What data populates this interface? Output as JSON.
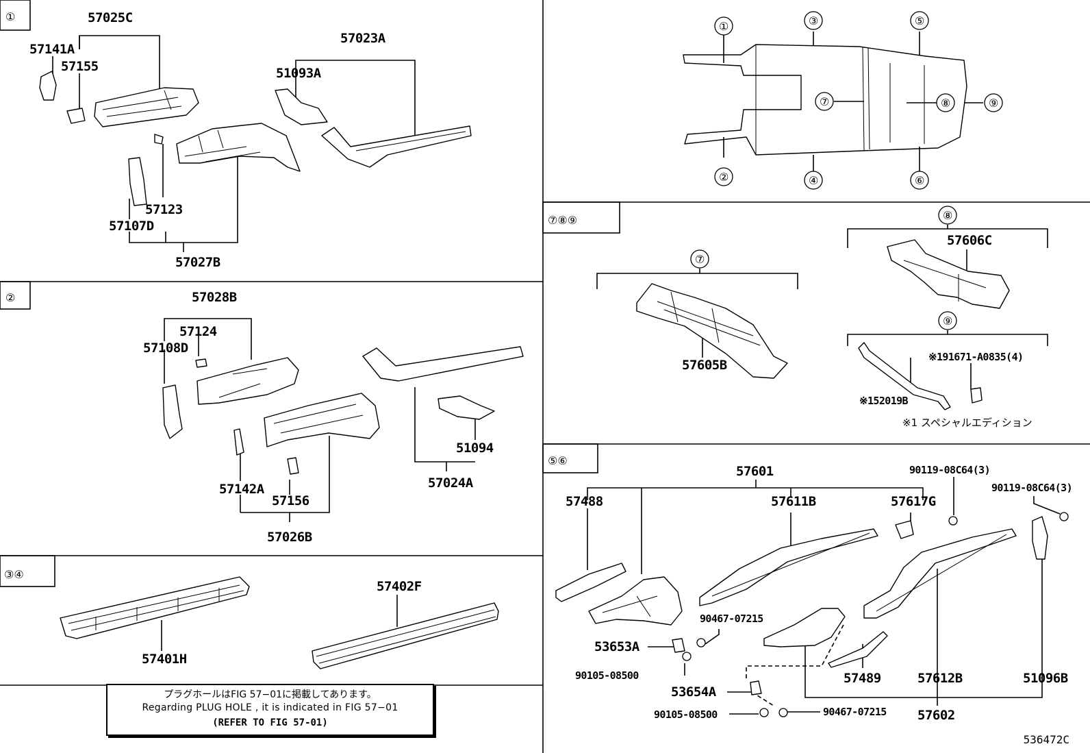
{
  "sections": {
    "s1": {
      "tag": "①",
      "parts": [
        "57025C",
        "57141A",
        "57155",
        "57023A",
        "51093A",
        "57123",
        "57107D",
        "57027B"
      ]
    },
    "s2": {
      "tag": "②",
      "parts": [
        "57028B",
        "57124",
        "57108D",
        "51094",
        "57024A",
        "57142A",
        "57156",
        "57026B"
      ]
    },
    "s34": {
      "tag": "③④",
      "parts": [
        "57402F",
        "57401H"
      ]
    },
    "s789": {
      "tag": "⑦⑧⑨",
      "sub7": "⑦",
      "sub8": "⑧",
      "sub9": "⑨",
      "parts": [
        "57606C",
        "57605B",
        "※191671-A0835(4)",
        "※152019B"
      ],
      "footnote": "※1 スペシャルエディション"
    },
    "s56": {
      "tag": "⑤⑥",
      "parts": [
        "57601",
        "90119-08C64(3)",
        "90119-08C64(3)",
        "57488",
        "57611B",
        "57617G",
        "90467-07215",
        "53653A",
        "90105-08500",
        "53654A",
        "90105-08500",
        "90467-07215",
        "57489",
        "57612B",
        "51096B",
        "57602"
      ]
    },
    "overview": {
      "markers": [
        "①",
        "②",
        "③",
        "④",
        "⑤",
        "⑥",
        "⑦",
        "⑧",
        "⑨"
      ]
    }
  },
  "note": {
    "line1": "プラグホールはFIG 57−01に掲載してあります。",
    "line2": "Regarding PLUG HOLE , it is indicated in FIG 57−01",
    "line3": "(REFER TO FIG 57-01)"
  },
  "figure_id": "536472C"
}
